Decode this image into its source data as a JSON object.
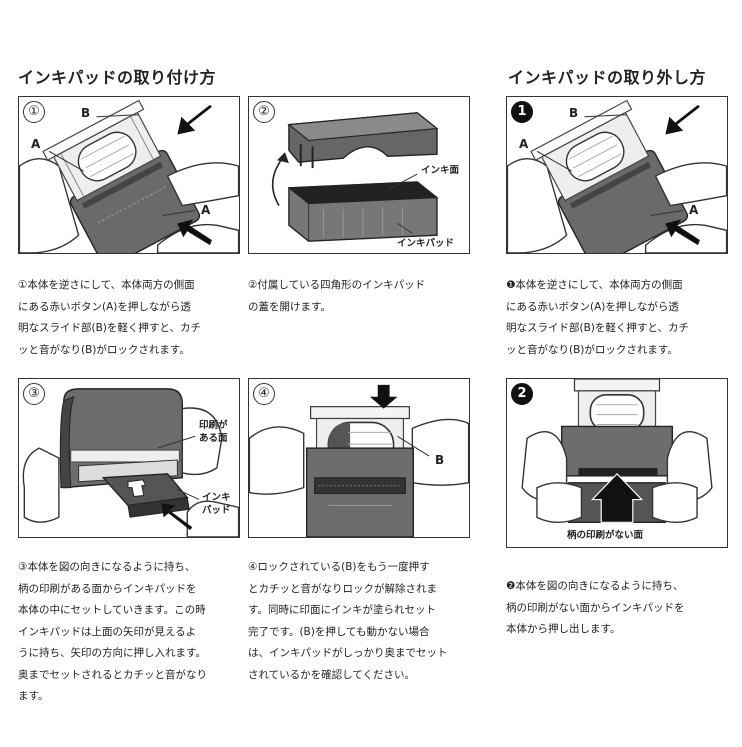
{
  "headings": {
    "attach": "インキパッドの取り付け方",
    "remove": "インキパッドの取り外し方"
  },
  "attach": {
    "step1": {
      "number": "①",
      "label_a_top": "A",
      "label_b": "B",
      "label_a_bottom": "A",
      "caption": [
        "①本体を逆さにして、本体両方の側面",
        "にある赤いボタン(A)を押しながら透",
        "明なスライド部(B)を軽く押すと、カチ",
        "ッと音がなり(B)がロックされます。"
      ]
    },
    "step2": {
      "number": "②",
      "label_ink_surface": "インキ面",
      "label_ink_pad": "インキパッド",
      "caption": [
        "②付属している四角形のインキパッド",
        "の蓋を開けます。"
      ]
    },
    "step3": {
      "number": "③",
      "label_printed_face": "印刷が\nある面",
      "label_ink_pad": "インキ\nパッド",
      "caption": [
        "③本体を図の向きになるように持ち、",
        "柄の印刷がある面からインキパッドを",
        "本体の中にセットしていきます。この時",
        "インキパッドは上面の矢印が見えるよ",
        "うに持ち、矢印の方向に押し入れます。",
        "奥までセットされるとカチッと音がなり",
        "ます。"
      ]
    },
    "step4": {
      "number": "④",
      "label_b": "B",
      "caption": [
        "④ロックされている(B)をもう一度押す",
        "とカチッと音がなりロックが解除されま",
        "す。同時に印面にインキが塗られセット",
        "完了です。(B)を押しても動かない場合",
        "は、インキパッドがしっかり奥までセット",
        "されているかを確認してください。"
      ]
    }
  },
  "remove": {
    "step1": {
      "number": "1",
      "label_a_top": "A",
      "label_b": "B",
      "label_a_bottom": "A",
      "caption": [
        "❶本体を逆さにして、本体両方の側面",
        "にある赤いボタン(A)を押しながら透",
        "明なスライド部(B)を軽く押すと、カチ",
        "ッと音がなり(B)がロックされます。"
      ]
    },
    "step2": {
      "number": "2",
      "label_unprinted_face": "柄の印刷がない面",
      "caption": [
        "❷本体を図の向きになるように持ち、",
        "柄の印刷がない面からインキパッドを",
        "本体から押し出します。"
      ]
    }
  }
}
